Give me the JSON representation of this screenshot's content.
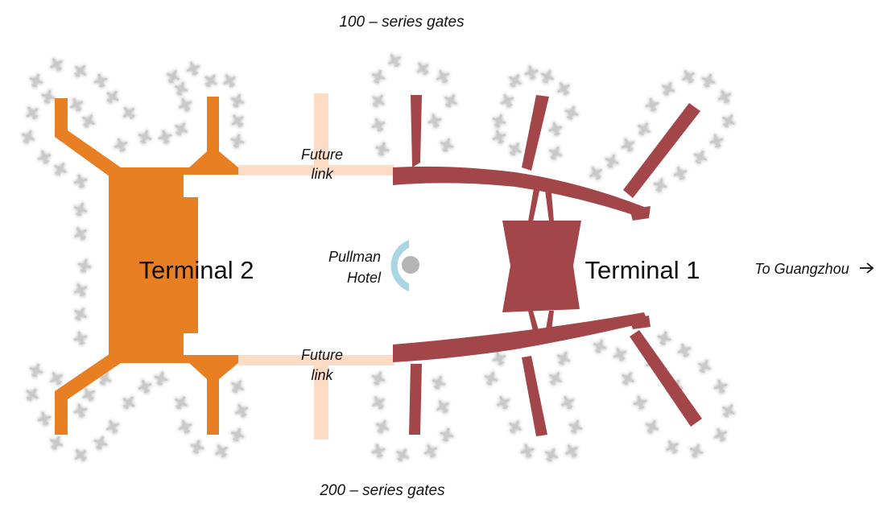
{
  "labels": {
    "top_gates": "100 – series gates",
    "bottom_gates": "200 – series gates",
    "terminal1": "Terminal 1",
    "terminal2": "Terminal 2",
    "future_link": "Future",
    "future_link_2": "link",
    "hotel_line1": "Pullman",
    "hotel_line2": "Hotel",
    "to_city": "To Guangzhou"
  },
  "colors": {
    "terminal1": "#a3464a",
    "terminal2": "#e87f22",
    "future_link": "#fddbc4",
    "hotel_arc": "#a9d6e3",
    "hotel_dot": "#b5b5b5",
    "plane": "#bdbdbd"
  },
  "icons": {
    "arrow": "right-arrow-icon",
    "plane": "airplane-icon"
  }
}
